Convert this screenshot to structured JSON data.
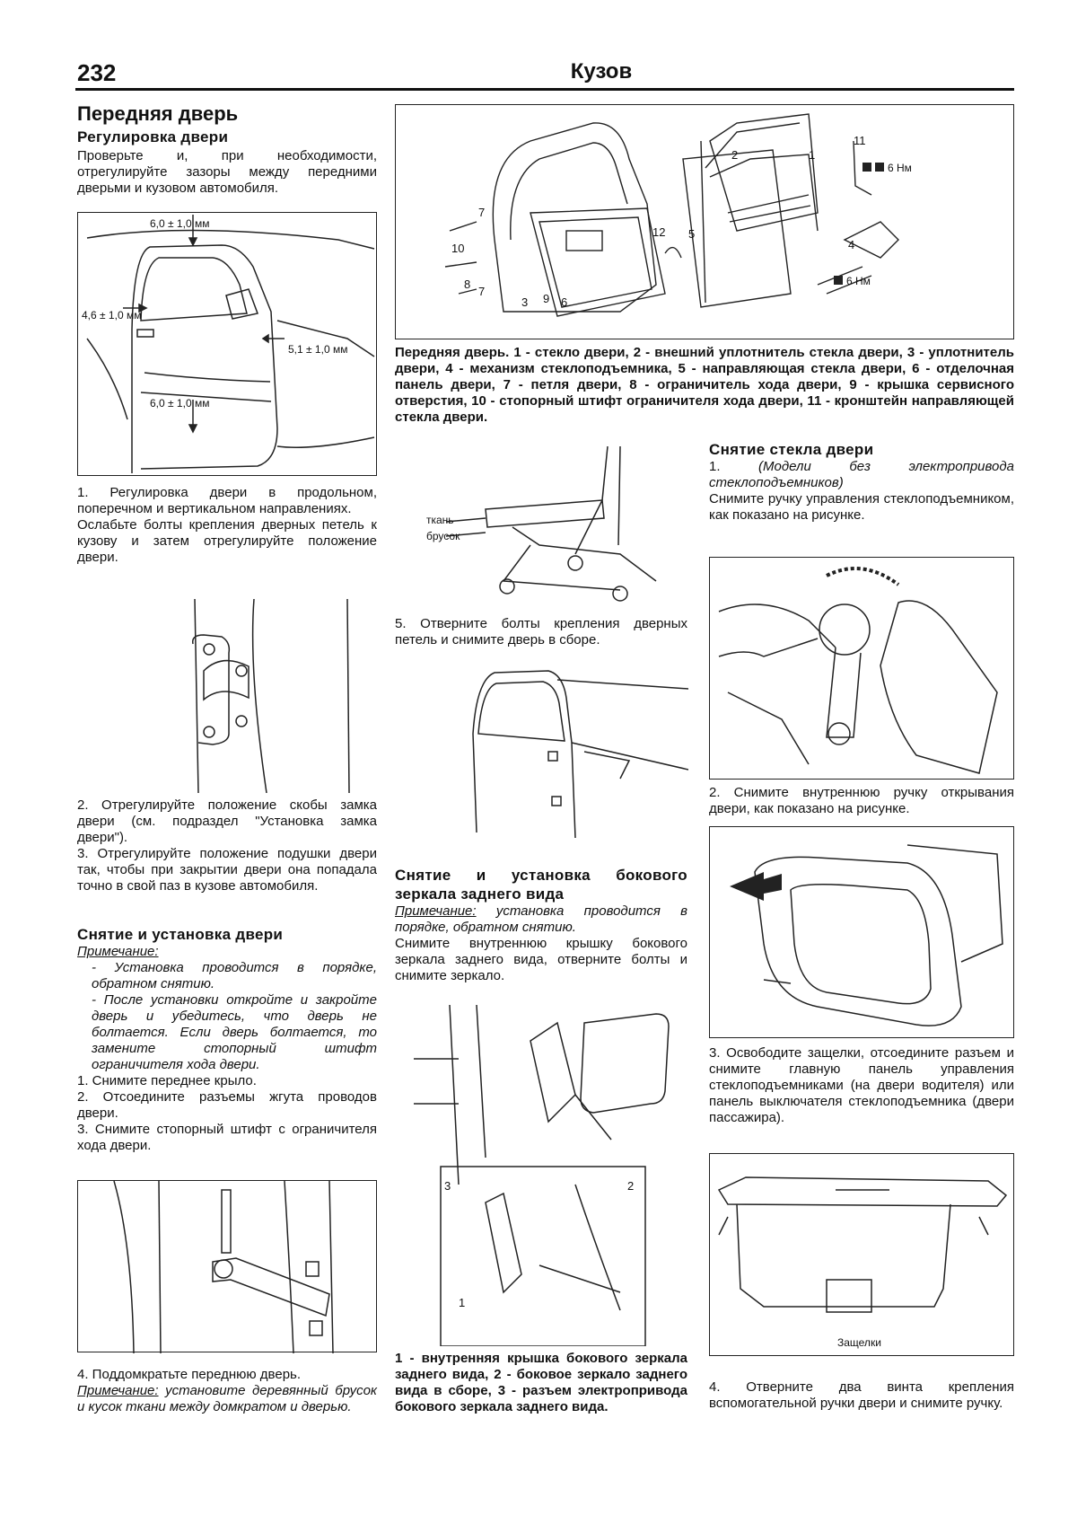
{
  "header": {
    "page_number": "232",
    "section_title": "Кузов"
  },
  "left": {
    "title": "Передняя дверь",
    "sub1": "Регулировка двери",
    "sub1_text": "Проверьте и, при необходимости, отрегулируйте зазоры между передними дверьми и кузовом автомобиля.",
    "fig1_labels": [
      "6,0 ± 1,0 мм",
      "4,6 ± 1,0 мм",
      "5,1 ± 1,0 мм",
      "6,0 ± 1,0 мм"
    ],
    "step1": "1. Регулировка двери в продольном, поперечном и вертикальном направлениях.",
    "step1b": "Ослабьте болты крепления дверных петель к кузову и затем отрегулируйте положение двери.",
    "step2": "2. Отрегулируйте положение скобы замка двери (см. подраздел \"Установка замка двери\").",
    "step3": "3. Отрегулируйте положение подушки двери так, чтобы при закрытии двери она попадала точно в свой паз в кузове автомобиля.",
    "sub2": "Снятие и установка двери",
    "note_label": "Примечание:",
    "note1": "- Установка проводится в порядке, обратном снятию.",
    "note2": "- После установки откройте и закройте дверь и убедитесь, что дверь не болтается. Если дверь болтается, то замените стопорный штифт ограничителя хода двери.",
    "rem1": "1. Снимите переднее крыло.",
    "rem2": "2. Отсоедините разъемы жгута проводов двери.",
    "rem3": "3. Снимите стопорный штифт с ограничителя хода двери.",
    "rem4": "4. Поддомкратьте переднюю дверь.",
    "note3_label": "Примечание:",
    "note3": " установите деревянный брусок и кусок ткани между домкратом и дверью."
  },
  "middle": {
    "main_fig_labels": {
      "n1": "1",
      "n2": "2",
      "n3": "3",
      "n4": "4",
      "n5": "5",
      "n6": "6",
      "n7": "7",
      "n7b": "7",
      "n8": "8",
      "n9": "9",
      "n10": "10",
      "n11": "11",
      "n12": "12",
      "torque1": "6 Нм",
      "torque2": "6 Нм"
    },
    "main_caption": "Передняя дверь. 1 - стекло двери, 2 - внешний уплотнитель стекла двери, 3 - уплотнитель двери, 4 - механизм стеклоподъемника, 5 - направляющая стекла двери, 6 - отделочная панель двери, 7 - петля двери, 8 - ограничитель хода двери, 9 - крышка сервисного отверстия, 10 - стопорный штифт ограничителя хода двери, 11 - кронштейн направляющей стекла двери.",
    "jack_labels": [
      "ткань",
      "брусок"
    ],
    "step5": "5. Отверните болты крепления дверных петель и снимите дверь в сборе.",
    "mirror_title": "Снятие и установка бокового зеркала заднего вида",
    "mirror_note_label": "Примечание:",
    "mirror_note": " установка проводится в порядке, обратном снятию.",
    "mirror_text": "Снимите внутреннюю крышку бокового зеркала заднего вида, отверните болты и снимите зеркало.",
    "mirror_fig_labels": [
      "3",
      "2",
      "1"
    ],
    "mirror_caption": "1 - внутренняя крышка бокового зеркала заднего вида, 2 - боковое зеркало заднего вида в сборе, 3 - разъем электропривода бокового зеркала заднего вида."
  },
  "right": {
    "title": "Снятие стекла двери",
    "step1_num": "1. ",
    "step1_italic": "(Модели без электропривода стеклоподъемников)",
    "step1_text": "Снимите ручку управления стеклоподъемником, как показано на рисунке.",
    "step2": "2. Снимите внутреннюю ручку открывания двери, как показано на рисунке.",
    "step3": "3. Освободите защелки, отсоедините разъем и снимите главную панель управления стеклоподъемниками (на двери водителя) или панель выключателя стеклоподъемника (двери пассажира).",
    "fig_latch_label": "Защелки",
    "step4": "4. Отверните два винта крепления вспомогательной ручки двери и снимите ручку."
  }
}
